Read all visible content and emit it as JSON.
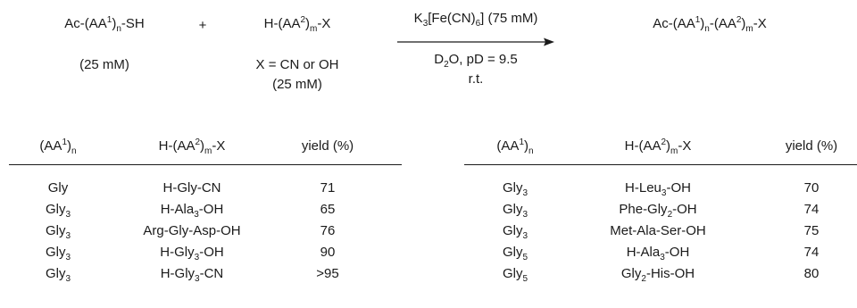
{
  "scheme": {
    "reactant1": {
      "prefix": "Ac-(AA",
      "sup": "1",
      "mid": ")",
      "sub": "n",
      "suffix": "-SH",
      "conc": "(25 mM)"
    },
    "plus": "+",
    "reactant2": {
      "prefix": "H-(AA",
      "sup": "2",
      "mid": ")",
      "sub": "m",
      "suffix": "-X",
      "x_def": "X = CN or OH",
      "conc": "(25 mM)"
    },
    "reagent": {
      "a": "K",
      "a_sub": "3",
      "b": "[Fe(CN)",
      "b_sub": "6",
      "c": "] (75 mM)"
    },
    "conditions": {
      "solvent_a": "D",
      "solvent_sub": "2",
      "solvent_b": "O, pD = 9.5",
      "temp": "r.t."
    },
    "product": {
      "a": "Ac-(AA",
      "sup1": "1",
      "b": ")",
      "sub1": "n",
      "c": "-(AA",
      "sup2": "2",
      "d": ")",
      "sub2": "m",
      "e": "-X"
    }
  },
  "table_left": {
    "headers": {
      "col1": {
        "a": "(AA",
        "sup": "1",
        "b": ")",
        "sub": "n"
      },
      "col2": {
        "a": "H-(AA",
        "sup": "2",
        "b": ")",
        "sub": "m",
        "c": "-X"
      },
      "col3": "yield (%)"
    },
    "rows": [
      {
        "aa1": "Gly",
        "aa1_sub": "",
        "aa2_a": "H-Gly-CN",
        "aa2_sub": "",
        "aa2_b": "",
        "yield": "71"
      },
      {
        "aa1": "Gly",
        "aa1_sub": "3",
        "aa2_a": "H-Ala",
        "aa2_sub": "3",
        "aa2_b": "-OH",
        "yield": "65"
      },
      {
        "aa1": "Gly",
        "aa1_sub": "3",
        "aa2_a": "Arg-Gly-Asp-OH",
        "aa2_sub": "",
        "aa2_b": "",
        "yield": "76"
      },
      {
        "aa1": "Gly",
        "aa1_sub": "3",
        "aa2_a": "H-Gly",
        "aa2_sub": "3",
        "aa2_b": "-OH",
        "yield": "90"
      },
      {
        "aa1": "Gly",
        "aa1_sub": "3",
        "aa2_a": "H-Gly",
        "aa2_sub": "3",
        "aa2_b": "-CN",
        "yield": ">95"
      }
    ]
  },
  "table_right": {
    "headers": {
      "col1": {
        "a": "(AA",
        "sup": "1",
        "b": ")",
        "sub": "n"
      },
      "col2": {
        "a": "H-(AA",
        "sup": "2",
        "b": ")",
        "sub": "m",
        "c": "-X"
      },
      "col3": "yield (%)"
    },
    "rows": [
      {
        "aa1": "Gly",
        "aa1_sub": "3",
        "aa2_a": "H-Leu",
        "aa2_sub": "3",
        "aa2_b": "-OH",
        "yield": "70"
      },
      {
        "aa1": "Gly",
        "aa1_sub": "3",
        "aa2_a": "Phe-Gly",
        "aa2_sub": "2",
        "aa2_b": "-OH",
        "yield": "74"
      },
      {
        "aa1": "Gly",
        "aa1_sub": "3",
        "aa2_a": "Met-Ala-Ser-OH",
        "aa2_sub": "",
        "aa2_b": "",
        "yield": "75"
      },
      {
        "aa1": "Gly",
        "aa1_sub": "5",
        "aa2_a": "H-Ala",
        "aa2_sub": "3",
        "aa2_b": "-OH",
        "yield": "74"
      },
      {
        "aa1": "Gly",
        "aa1_sub": "5",
        "aa2_a": "Gly",
        "aa2_sub": "2",
        "aa2_b": "-His-OH",
        "yield": "80"
      }
    ]
  }
}
